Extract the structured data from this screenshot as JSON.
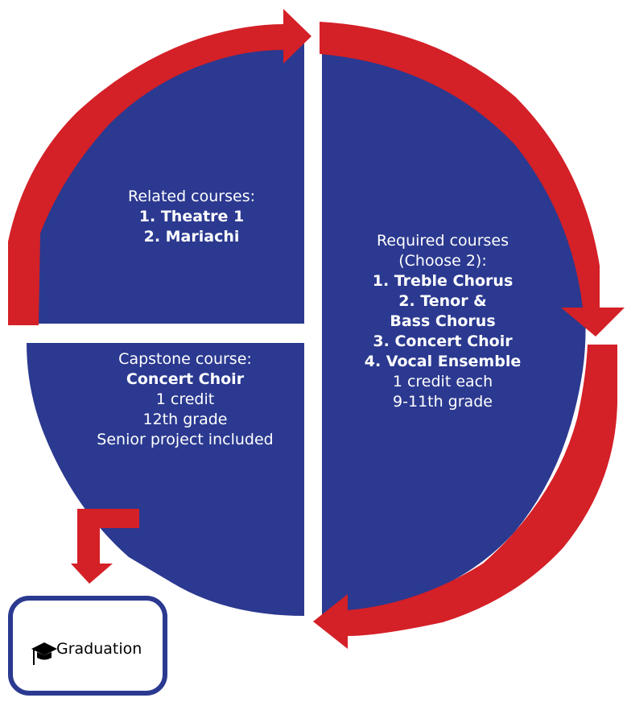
{
  "colors": {
    "panel": "#2b3990",
    "arrow": "#d42027",
    "text": "#ffffff",
    "border": "#2b3990"
  },
  "related": {
    "heading": "Related courses:",
    "items": [
      "1. Theatre 1",
      "2. Mariachi"
    ]
  },
  "required": {
    "heading": "Required courses",
    "subheading": "(Choose 2):",
    "items": [
      "1. Treble Chorus",
      "2. Tenor &",
      "Bass Chorus",
      "3. Concert Choir",
      "4. Vocal Ensemble"
    ],
    "credit": "1 credit each",
    "grade": "9-11th grade"
  },
  "capstone": {
    "heading": "Capstone course:",
    "course": "Concert Choir",
    "credit": "1 credit",
    "grade": "12th grade",
    "note": "Senior project included"
  },
  "graduation": {
    "label": "Graduation",
    "icon": "graduation-cap-icon"
  }
}
